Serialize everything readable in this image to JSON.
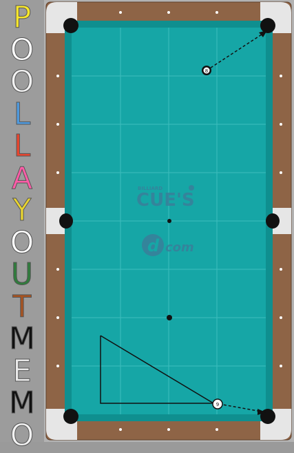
{
  "app": {
    "title_letters": [
      {
        "char": "P",
        "color": "#f7e62c"
      },
      {
        "char": "O",
        "color": "#ffffff"
      },
      {
        "char": "O",
        "color": "#f1f1f1"
      },
      {
        "char": "L",
        "color": "#4f9be0"
      },
      {
        "char": "L",
        "color": "#e8462f"
      },
      {
        "char": "A",
        "color": "#ff5ca8"
      },
      {
        "char": "Y",
        "color": "#e8d431"
      },
      {
        "char": "O",
        "color": "#ffffff"
      },
      {
        "char": "U",
        "color": "#2f7d3c"
      },
      {
        "char": "T",
        "color": "#a75321"
      },
      {
        "char": "M",
        "color": "#111111"
      },
      {
        "char": "E",
        "color": "#e9e9e9"
      },
      {
        "char": "M",
        "color": "#111111"
      },
      {
        "char": "O",
        "color": "#f2f2f2"
      }
    ]
  },
  "table": {
    "cloth_color": "#16a6a6",
    "rail_color": "#8e6446",
    "logo": {
      "line1_small": "BILLIARD",
      "line1": "CUE'S",
      "line2_prefix": "d",
      "line2": "com"
    },
    "balls": [
      {
        "label": "8",
        "name": "ball-8"
      },
      {
        "label": "9",
        "name": "ball-9"
      }
    ]
  }
}
